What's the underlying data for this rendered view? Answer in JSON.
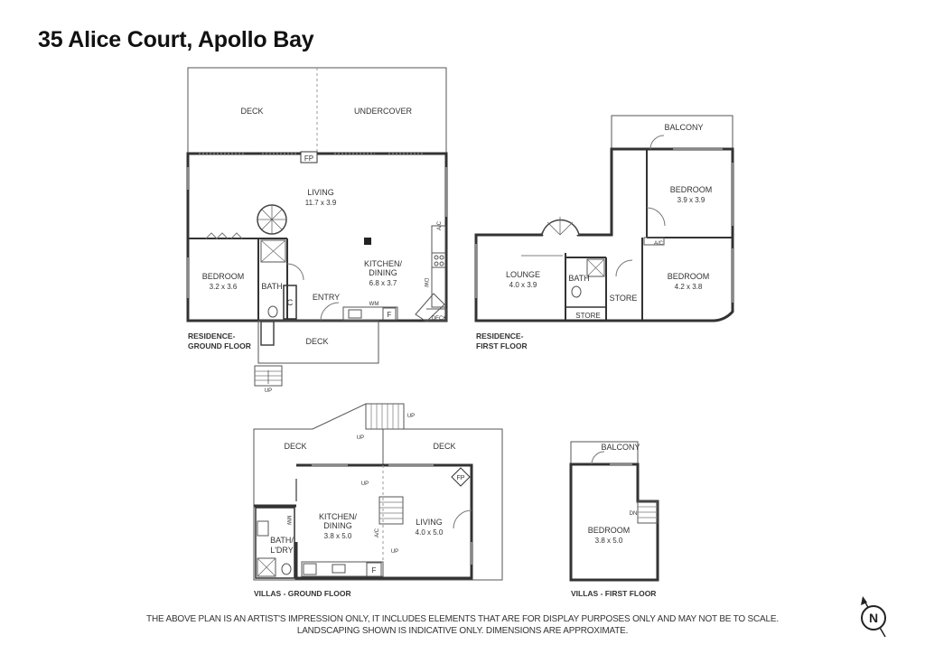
{
  "title": "35 Alice Court, Apollo Bay",
  "compass_letter": "N",
  "floors": {
    "residence_ground": {
      "caption_1": "RESIDENCE-",
      "caption_2": "GROUND FLOOR",
      "deck_top": "DECK",
      "undercover": "UNDERCOVER",
      "fireplace": "FP",
      "living": "LIVING",
      "living_dim": "11.7 x 3.9",
      "bedroom": "BEDROOM",
      "bedroom_dim": "3.2 x 3.6",
      "bath": "BATH",
      "cupboard": "C",
      "entry": "ENTRY",
      "kitchen_1": "KITCHEN/",
      "kitchen_2": "DINING",
      "kitchen_dim": "6.8 x 3.7",
      "wm": "WM",
      "fridge": "F",
      "dw": "DW",
      "ac": "A/C",
      "deck_small": "DECK",
      "deck_bottom": "DECK",
      "up": "UP"
    },
    "residence_first": {
      "caption_1": "RESIDENCE-",
      "caption_2": "FIRST FLOOR",
      "balcony": "BALCONY",
      "bedroom_a": "BEDROOM",
      "bedroom_a_dim": "3.9 x 3.9",
      "ac": "A/C",
      "lounge": "LOUNGE",
      "lounge_dim": "4.0 x 3.9",
      "bath": "BATH",
      "store_small": "STORE",
      "store": "STORE",
      "bedroom_b": "BEDROOM",
      "bedroom_b_dim": "4.2 x 3.8"
    },
    "villas_ground": {
      "caption": "VILLAS - GROUND FLOOR",
      "deck_left": "DECK",
      "deck_right": "DECK",
      "up_top": "UP",
      "up_stair": "UP",
      "up_inner": "UP",
      "up_lower": "UP",
      "fireplace": "FP",
      "kitchen_1": "KITCHEN/",
      "kitchen_2": "DINING",
      "kitchen_dim": "3.8 x 5.0",
      "living": "LIVING",
      "living_dim": "4.0 x 5.0",
      "bath_1": "BATH/",
      "bath_2": "L'DRY",
      "mw": "MW",
      "ac": "A/C",
      "fridge": "F"
    },
    "villas_first": {
      "caption": "VILLAS - FIRST FLOOR",
      "balcony": "BALCONY",
      "dn": "DN",
      "bedroom": "BEDROOM",
      "bedroom_dim": "3.8 x 5.0"
    }
  },
  "disclaimer": {
    "line1": "THE ABOVE PLAN IS AN ARTIST'S IMPRESSION ONLY, IT INCLUDES ELEMENTS THAT ARE FOR DISPLAY PURPOSES ONLY AND MAY NOT BE TO SCALE.",
    "line2": "LANDSCAPING SHOWN IS INDICATIVE ONLY. DIMENSIONS ARE APPROXIMATE."
  }
}
